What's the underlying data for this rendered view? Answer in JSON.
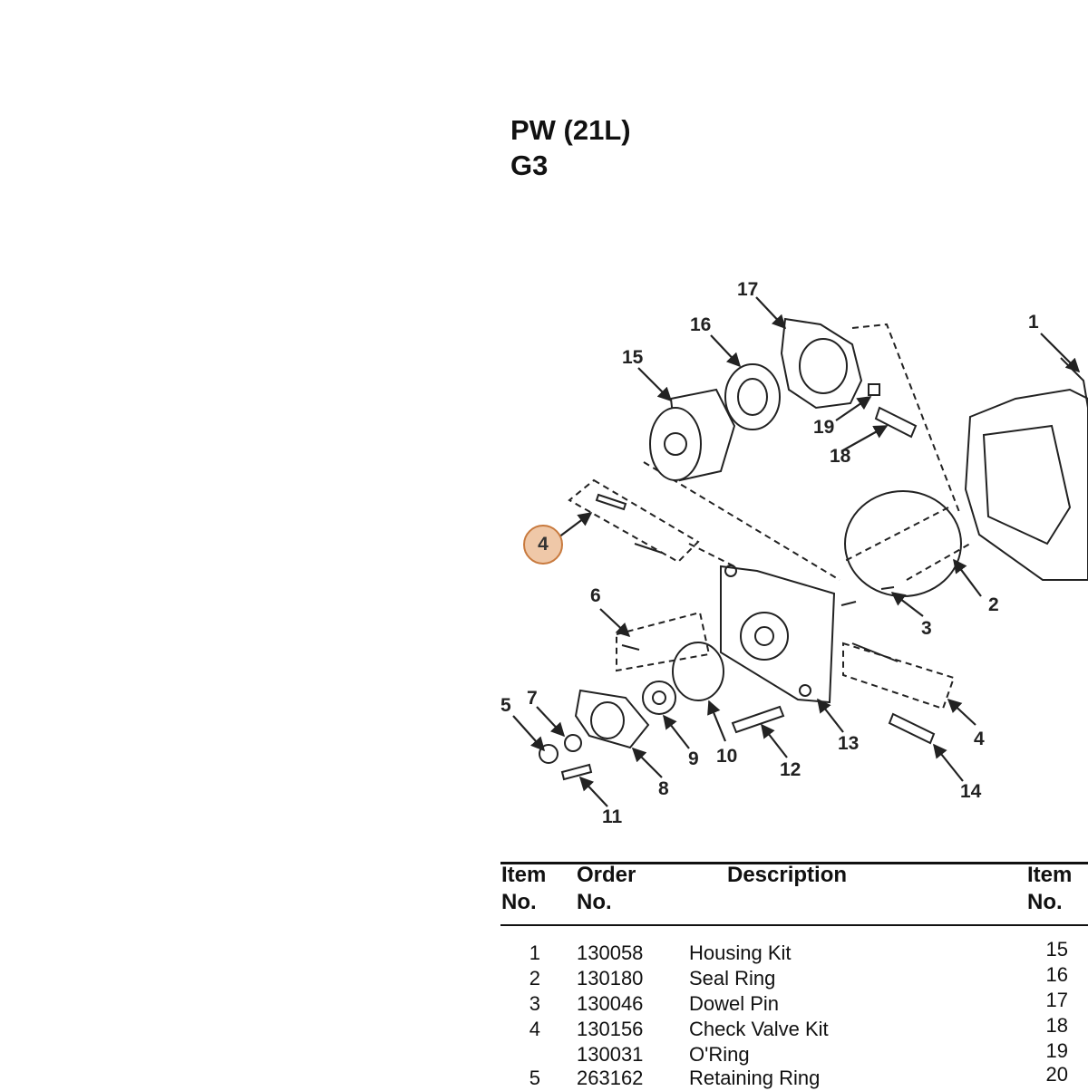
{
  "header": {
    "line1": "PW (21L)",
    "line2": "G3"
  },
  "callouts": [
    "1",
    "2",
    "3",
    "4",
    "4",
    "5",
    "6",
    "7",
    "8",
    "9",
    "10",
    "11",
    "12",
    "13",
    "14",
    "15",
    "16",
    "17",
    "18",
    "19"
  ],
  "highlight": {
    "label": "4",
    "color": "#efc8a8",
    "border": "#c87a3e"
  },
  "table": {
    "headers": {
      "item": [
        "Item",
        "No."
      ],
      "order": [
        "Order",
        "No."
      ],
      "description": "Description",
      "item2": [
        "Item",
        "No."
      ]
    },
    "rows": [
      {
        "item": "1",
        "order": "130058",
        "description": "Housing Kit",
        "item2": "15"
      },
      {
        "item": "2",
        "order": "130180",
        "description": "Seal Ring",
        "item2": "16"
      },
      {
        "item": "3",
        "order": "130046",
        "description": "Dowel Pin",
        "item2": "17"
      },
      {
        "item": "4",
        "order": "130156",
        "description": "Check Valve Kit",
        "item2": "18"
      },
      {
        "item": "",
        "order": "130031",
        "description": "O'Ring",
        "item2": "19"
      },
      {
        "item": "5",
        "order": "263162",
        "description": "Retaining Ring",
        "item2": "20"
      }
    ]
  }
}
